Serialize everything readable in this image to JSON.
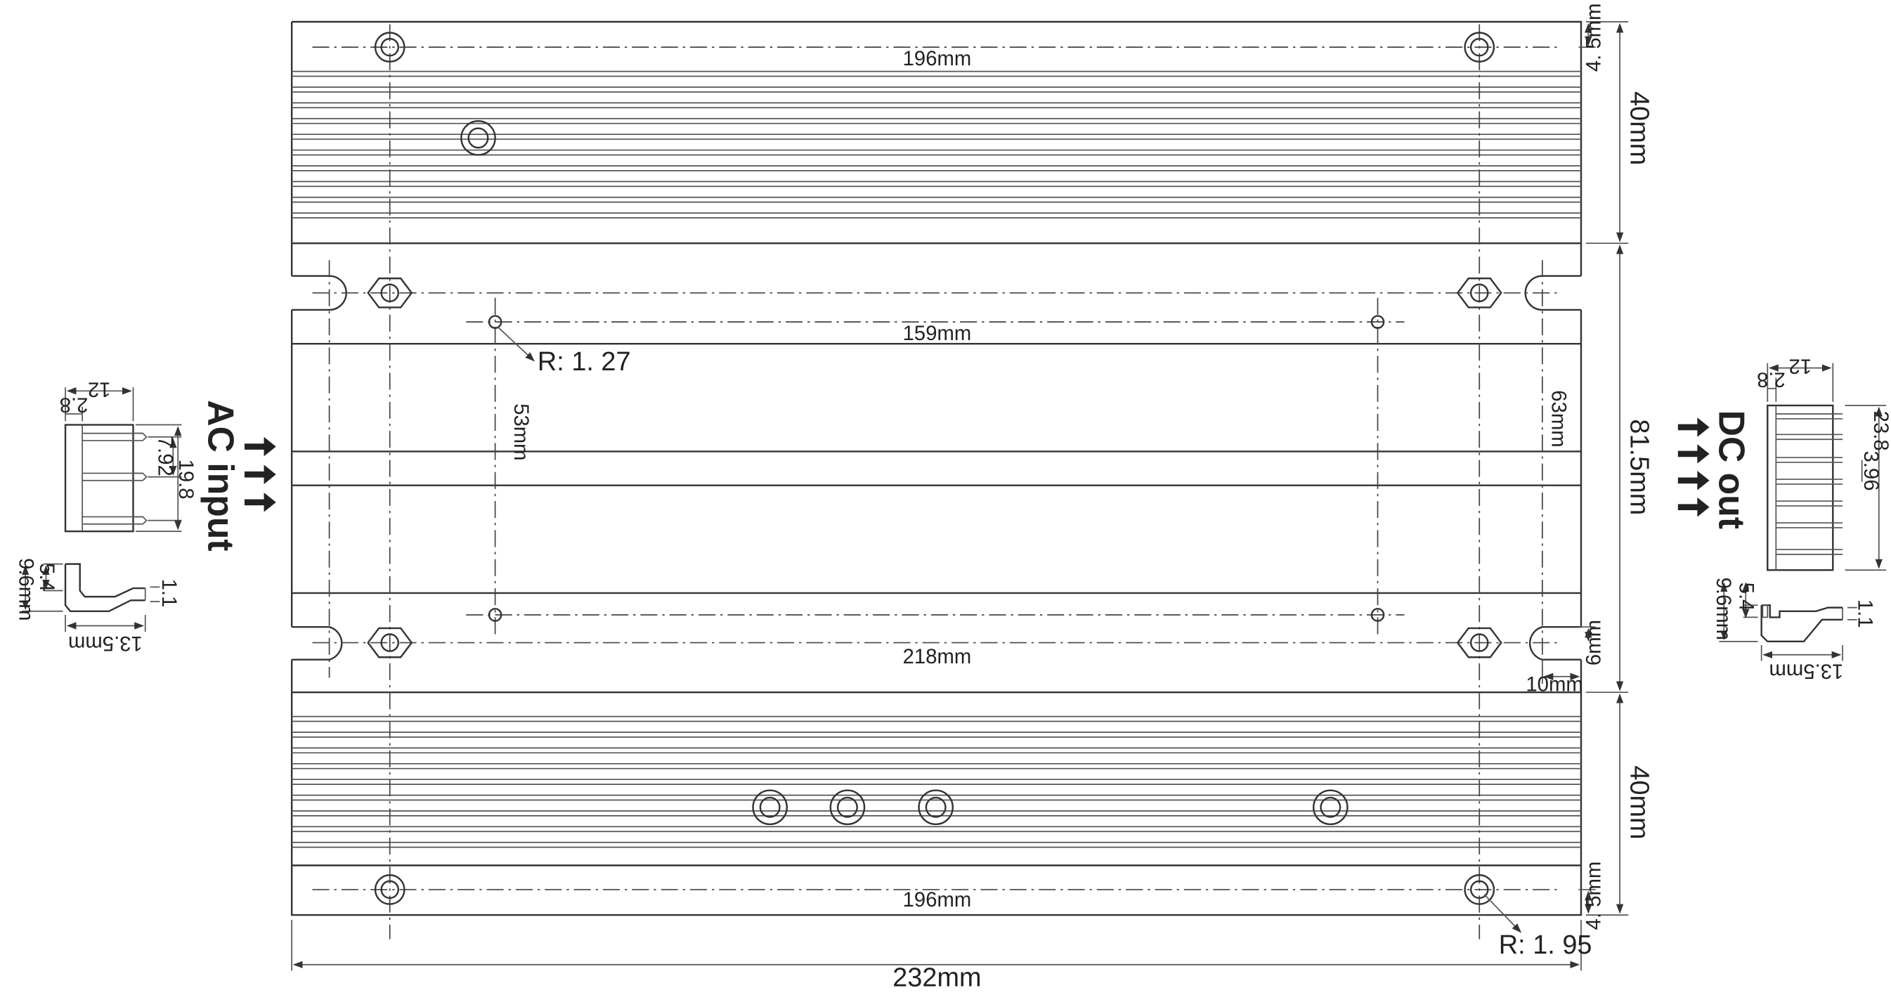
{
  "drawing": {
    "dimensions": {
      "hole_span_top": "196mm",
      "hole_span_bottom": "196mm",
      "mount_span_upper": "159mm",
      "slot_span": "218mm",
      "overall_width": "232mm",
      "inner_height": "53mm",
      "outer_height": "63mm",
      "top_band_height": "40mm",
      "middle_height": "81.5mm",
      "bottom_band_height": "40mm",
      "top_offset": "4. 5mm",
      "bottom_offset": "4. 5mm",
      "slot_offset_y": "6mm",
      "slot_offset_x": "10mm",
      "radius_small": "R: 1. 27",
      "radius_large": "R: 1. 95"
    },
    "ac_input": {
      "label": "AC input",
      "dim_width": "12",
      "dim_inset": "2.8",
      "dim_pitch": "7.92",
      "dim_height": "19.8",
      "side_height": "9.6mm",
      "side_step": "5.4",
      "side_pin": "1.1",
      "side_length": "13.5mm"
    },
    "dc_out": {
      "label": "DC out",
      "dim_width": "12",
      "dim_inset": "2.8",
      "dim_height": "23.8",
      "dim_pitch": "3.96",
      "side_height": "9.6mm",
      "side_step": "5.4",
      "side_pin": "1.1",
      "side_length": "13.5mm"
    }
  }
}
